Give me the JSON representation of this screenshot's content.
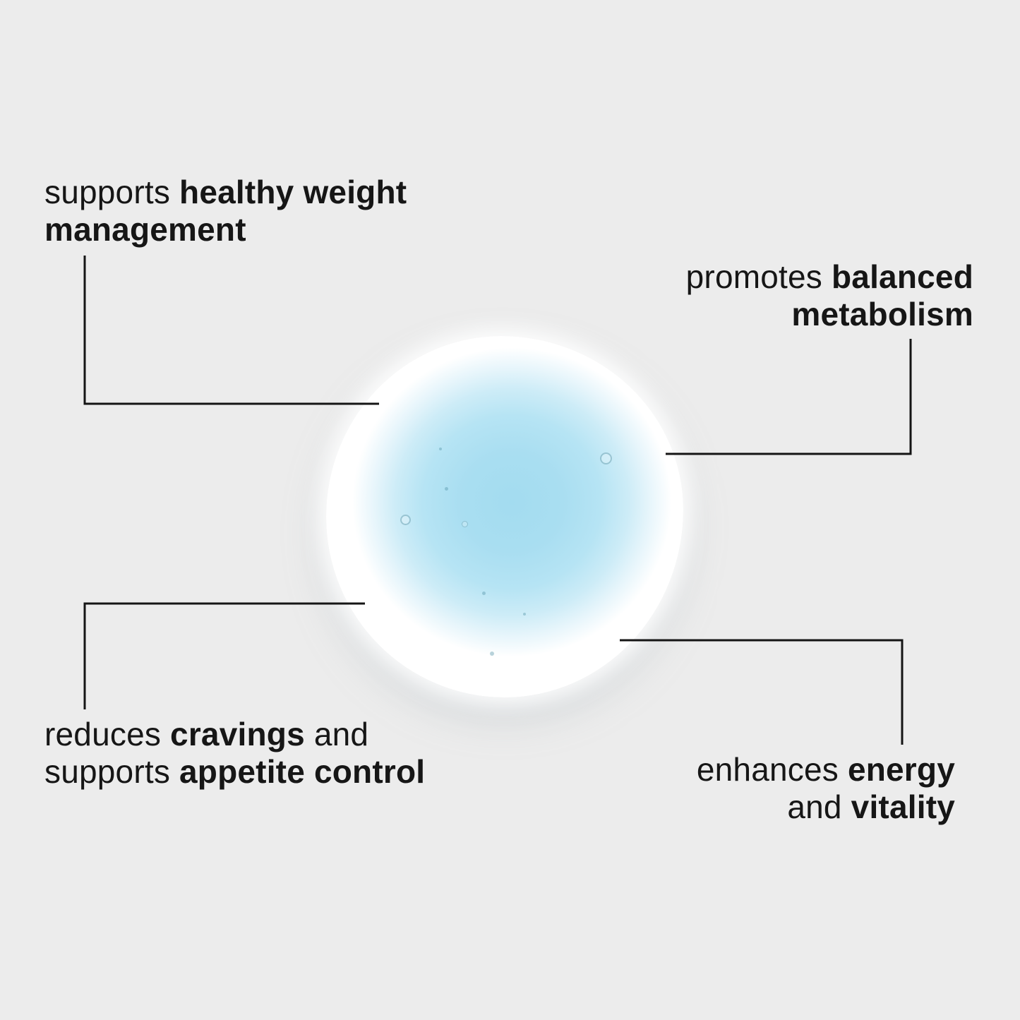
{
  "background_color": "#ececec",
  "line_color": "#151515",
  "droplet": {
    "description": "light blue liquid gel swatch",
    "color_center": "#a9def1",
    "color_edge": "#ffffff"
  },
  "callouts": {
    "top_left": {
      "normal1": "supports",
      "bold1": "healthy weight",
      "bold2": "management"
    },
    "top_right": {
      "normal1": "promotes",
      "bold1": "balanced",
      "bold2": "metabolism"
    },
    "bottom_left": {
      "normal1": "reduces",
      "bold1": "cravings",
      "normal2": "and",
      "normal3": "supports",
      "bold2": "appetite control"
    },
    "bottom_right": {
      "normal1": "enhances",
      "bold1": "energy",
      "normal2": "and",
      "bold2": "vitality"
    }
  }
}
